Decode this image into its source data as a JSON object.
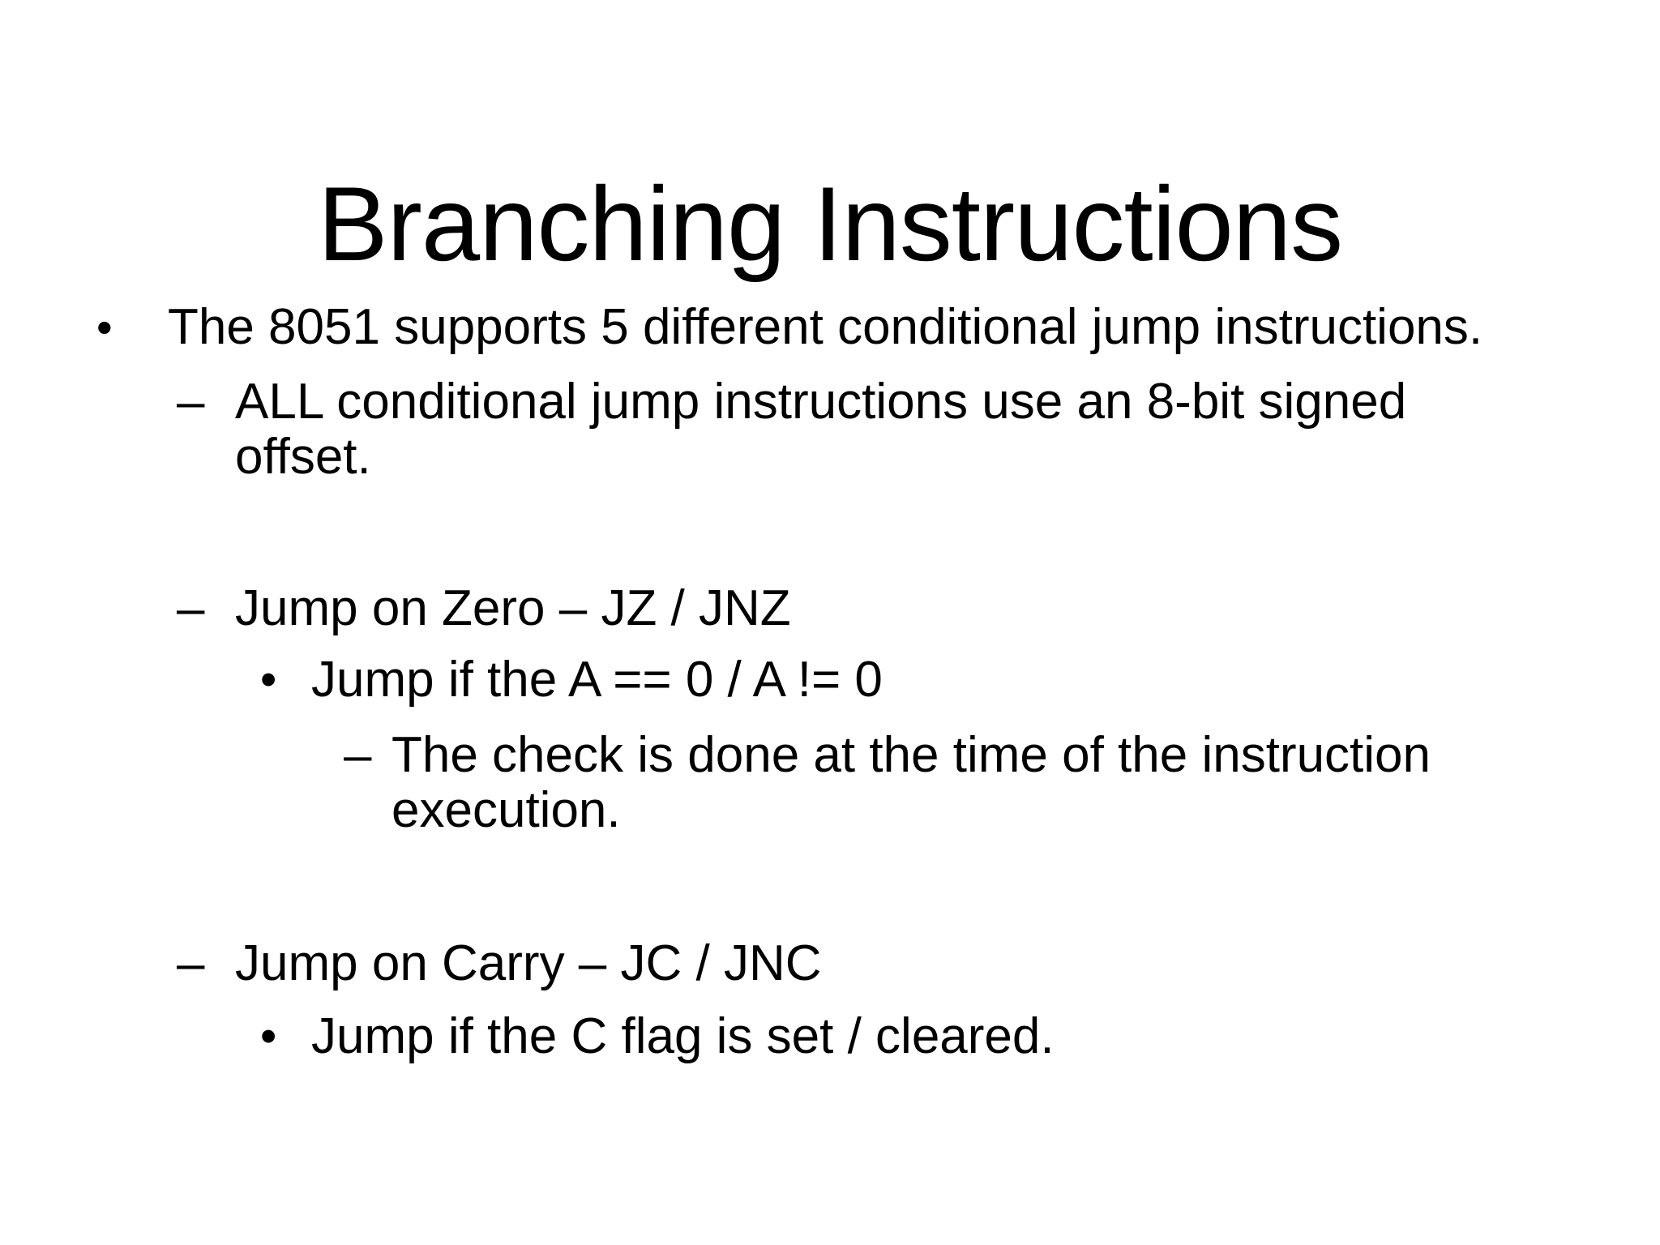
{
  "slide": {
    "title": "Branching Instructions",
    "colors": {
      "background": "#ffffff",
      "text": "#000000"
    },
    "content": {
      "items": [
        {
          "level": 1,
          "marker": "•",
          "text": "The 8051 supports 5 different conditional jump instructions."
        },
        {
          "level": 2,
          "marker": "–",
          "text": "ALL conditional jump instructions use an 8-bit signed\noffset."
        },
        {
          "level": 2,
          "marker": "–",
          "text": "Jump on Zero – JZ / JNZ"
        },
        {
          "level": 3,
          "marker": "•",
          "text": "Jump if the A == 0 / A != 0"
        },
        {
          "level": 4,
          "marker": "–",
          "text": "The check is done at the time of the instruction\nexecution."
        },
        {
          "level": 2,
          "marker": "–",
          "text": "Jump on Carry – JC / JNC"
        },
        {
          "level": 3,
          "marker": "•",
          "text": "Jump if the C flag is set / cleared."
        }
      ]
    }
  }
}
